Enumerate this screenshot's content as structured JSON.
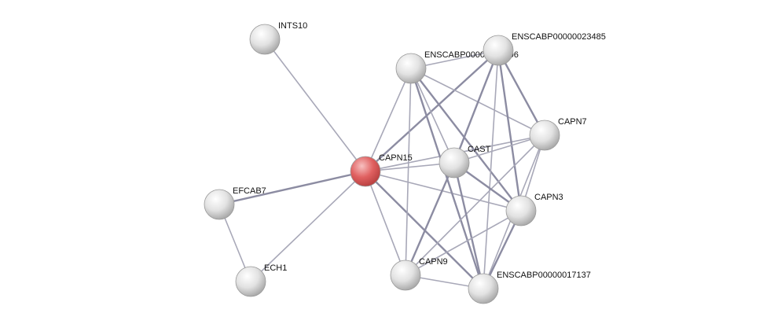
{
  "network": {
    "nodes": [
      {
        "id": "INTS10",
        "label": "INTS10",
        "query": false
      },
      {
        "id": "ENSCABP00000010406",
        "label": "ENSCABP00000010406",
        "query": false
      },
      {
        "id": "ENSCABP00000023485",
        "label": "ENSCABP00000023485",
        "query": false
      },
      {
        "id": "CAPN7",
        "label": "CAPN7",
        "query": false
      },
      {
        "id": "CAPN15",
        "label": "CAPN15",
        "query": true
      },
      {
        "id": "CAST",
        "label": "CAST",
        "query": false
      },
      {
        "id": "EFCAB7",
        "label": "EFCAB7",
        "query": false
      },
      {
        "id": "CAPN3",
        "label": "CAPN3",
        "query": false
      },
      {
        "id": "ECH1",
        "label": "ECH1",
        "query": false
      },
      {
        "id": "CAPN9",
        "label": "CAPN9",
        "query": false
      },
      {
        "id": "ENSCABP00000017137",
        "label": "ENSCABP00000017137",
        "query": false
      }
    ],
    "edges": [
      {
        "source": "CAPN15",
        "target": "INTS10",
        "strong": false
      },
      {
        "source": "CAPN15",
        "target": "EFCAB7",
        "strong": true
      },
      {
        "source": "CAPN15",
        "target": "ECH1",
        "strong": false
      },
      {
        "source": "EFCAB7",
        "target": "ECH1",
        "strong": false
      },
      {
        "source": "CAPN15",
        "target": "ENSCABP00000010406",
        "strong": false
      },
      {
        "source": "CAPN15",
        "target": "ENSCABP00000023485",
        "strong": true
      },
      {
        "source": "CAPN15",
        "target": "CAPN7",
        "strong": false
      },
      {
        "source": "CAPN15",
        "target": "CAST",
        "strong": false
      },
      {
        "source": "CAPN15",
        "target": "CAPN3",
        "strong": false
      },
      {
        "source": "CAPN15",
        "target": "CAPN9",
        "strong": false
      },
      {
        "source": "CAPN15",
        "target": "ENSCABP00000017137",
        "strong": true
      },
      {
        "source": "ENSCABP00000010406",
        "target": "ENSCABP00000023485",
        "strong": false
      },
      {
        "source": "ENSCABP00000010406",
        "target": "CAPN7",
        "strong": false
      },
      {
        "source": "ENSCABP00000010406",
        "target": "CAST",
        "strong": false
      },
      {
        "source": "ENSCABP00000010406",
        "target": "CAPN3",
        "strong": true
      },
      {
        "source": "ENSCABP00000010406",
        "target": "CAPN9",
        "strong": false
      },
      {
        "source": "ENSCABP00000010406",
        "target": "ENSCABP00000017137",
        "strong": true
      },
      {
        "source": "ENSCABP00000023485",
        "target": "CAPN7",
        "strong": true
      },
      {
        "source": "ENSCABP00000023485",
        "target": "CAST",
        "strong": true
      },
      {
        "source": "ENSCABP00000023485",
        "target": "CAPN3",
        "strong": true
      },
      {
        "source": "ENSCABP00000023485",
        "target": "ENSCABP00000017137",
        "strong": false
      },
      {
        "source": "CAPN7",
        "target": "CAST",
        "strong": false
      },
      {
        "source": "CAPN7",
        "target": "CAPN3",
        "strong": false
      },
      {
        "source": "CAPN7",
        "target": "CAPN9",
        "strong": false
      },
      {
        "source": "CAPN7",
        "target": "ENSCABP00000017137",
        "strong": false
      },
      {
        "source": "CAST",
        "target": "CAPN3",
        "strong": true
      },
      {
        "source": "CAST",
        "target": "CAPN9",
        "strong": true
      },
      {
        "source": "CAST",
        "target": "ENSCABP00000017137",
        "strong": true
      },
      {
        "source": "CAPN3",
        "target": "CAPN9",
        "strong": false
      },
      {
        "source": "CAPN3",
        "target": "ENSCABP00000017137",
        "strong": true
      },
      {
        "source": "CAPN9",
        "target": "ENSCABP00000017137",
        "strong": false
      }
    ],
    "colors": {
      "query_node": "#e06060",
      "query_node_highlight": "#f7c0c0",
      "node": "#d8d8d8",
      "node_highlight": "#ffffff",
      "edge": "#a8a8b8"
    }
  }
}
